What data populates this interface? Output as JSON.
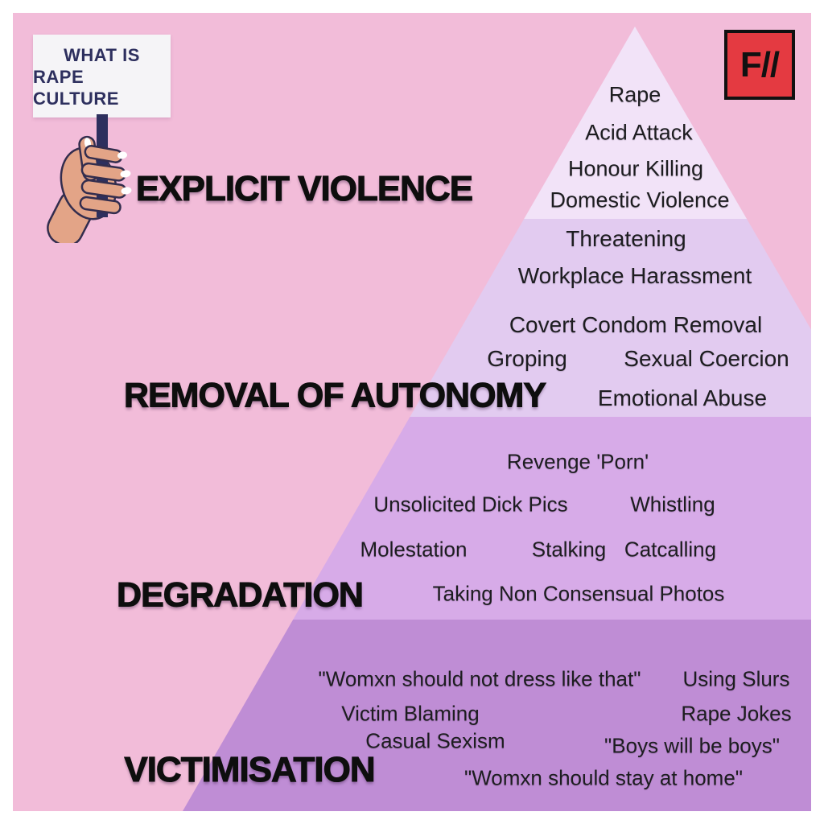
{
  "canvas": {
    "border_color": "#ffffff",
    "background": "#f2bcd9"
  },
  "sign": {
    "line1": "WHAT IS",
    "line2": "RAPE CULTURE",
    "bg": "#f5f4f7",
    "text_color": "#2d2f5e",
    "stick_color": "#2d2f5e",
    "hand_skin": "#e3a487",
    "hand_outline": "#332d4e",
    "nail_color": "#ffffff"
  },
  "logo": {
    "text": "F//",
    "bg": "#e43a41",
    "border_color": "#111111",
    "fg": "#111111"
  },
  "text_colors": {
    "items": "#1d1d20",
    "headings": "#0e0e0e"
  },
  "pyramid": {
    "levels": [
      {
        "label": "EXPLICIT VIOLENCE",
        "color": "#f2e3f8",
        "items": [
          "Rape",
          "Acid Attack",
          "Honour Killing",
          "Domestic Violence"
        ]
      },
      {
        "label": "REMOVAL OF AUTONOMY",
        "color": "#e2cbf0",
        "items": [
          "Threatening",
          "Workplace Harassment",
          "Covert Condom Removal",
          "Groping",
          "Sexual Coercion",
          "Emotional Abuse"
        ]
      },
      {
        "label": "DEGRADATION",
        "color": "#d7abe8",
        "items": [
          "Revenge 'Porn'",
          "Unsolicited Dick Pics",
          "Whistling",
          "Molestation",
          "Stalking",
          "Catcalling",
          "Taking Non Consensual Photos"
        ]
      },
      {
        "label": "VICTIMISATION",
        "color": "#bf8dd5",
        "items": [
          "\"Womxn should not dress like that\"",
          "Using Slurs",
          "Victim Blaming",
          "Rape Jokes",
          "Casual Sexism",
          "\"Boys will be boys\"",
          "\"Womxn should stay at home\""
        ]
      }
    ]
  }
}
